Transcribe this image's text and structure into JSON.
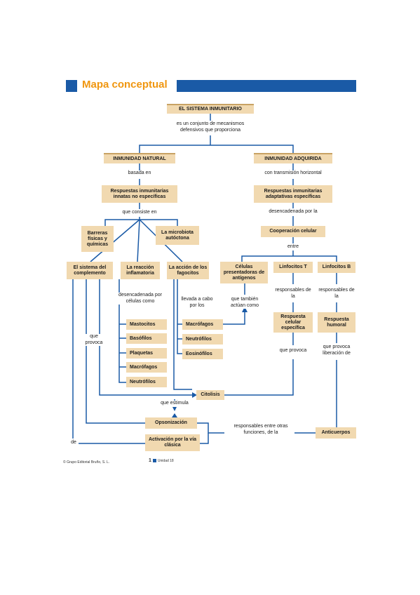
{
  "header": {
    "title": "Mapa conceptual"
  },
  "nodes": {
    "root": "EL SISTEMA INMUNITARIO",
    "natural": "INMUNIDAD NATURAL",
    "adquirida": "INMUNIDAD ADQUIRIDA",
    "resp_innatas": "Respuestas inmunitarias innatas no específicas",
    "resp_adaptativas": "Respuestas inmunitarias adaptativas específicas",
    "barreras": "Barreras físicas y químicas",
    "microbiota": "La microbiota autóctona",
    "cooperacion": "Cooperación celular",
    "complemento": "El sistema del complemento",
    "reaccion": "La reacción inflamatoria",
    "fagocitos": "La acción de los fagocitos",
    "presentadoras": "Células presentadoras de antígenos",
    "linfT": "Linfocitos T",
    "linfB": "Linfocitos B",
    "mastocitos": "Mastocitos",
    "basofilos": "Basófilos",
    "plaquetas": "Plaquetas",
    "macrofagos1": "Macrófagos",
    "neutrofilos1": "Neutrófilos",
    "macrofagos2": "Macrófagos",
    "neutrofilos2": "Neutrófilos",
    "eosinofilos": "Eosinófilos",
    "resp_celular": "Respuesta celular específica",
    "resp_humoral": "Respuesta humoral",
    "citolisis": "Citolisis",
    "opsonizacion": "Opsonización",
    "activacion": "Activación por la vía clásica",
    "anticuerpos": "Anticuerpos"
  },
  "labels": {
    "es_conjunto": "es un conjunto de mecanismos defensivos que proporciona",
    "basada_en": "basada en",
    "con_transmision": "con transmisión horizontal",
    "que_consiste": "que consiste en",
    "desencadenada_por_la": "desencadenada por la",
    "entre": "entre",
    "desencadenada_celulas": "desencadenada por células como",
    "llevada_cabo": "llevada a cabo por los",
    "que_tambien": "que también actúan como",
    "responsables_T": "responsables de la",
    "responsables_B": "responsables de la",
    "que_provoca_left": "que provoca",
    "que_provoca_T": "que provoca",
    "que_provoca_liberacion": "que provoca liberación de",
    "que_estimula": "que estimula",
    "responsables_entre": "responsables entre otras funciones, de la",
    "de": "de"
  },
  "footer": {
    "copyright": "© Grupo Editorial Bruño, S. L.",
    "page": "1",
    "unit": "Unidad 18"
  },
  "colors": {
    "blue": "#1a5aa6",
    "orange": "#f0960f",
    "box": "#f1d9b0"
  }
}
